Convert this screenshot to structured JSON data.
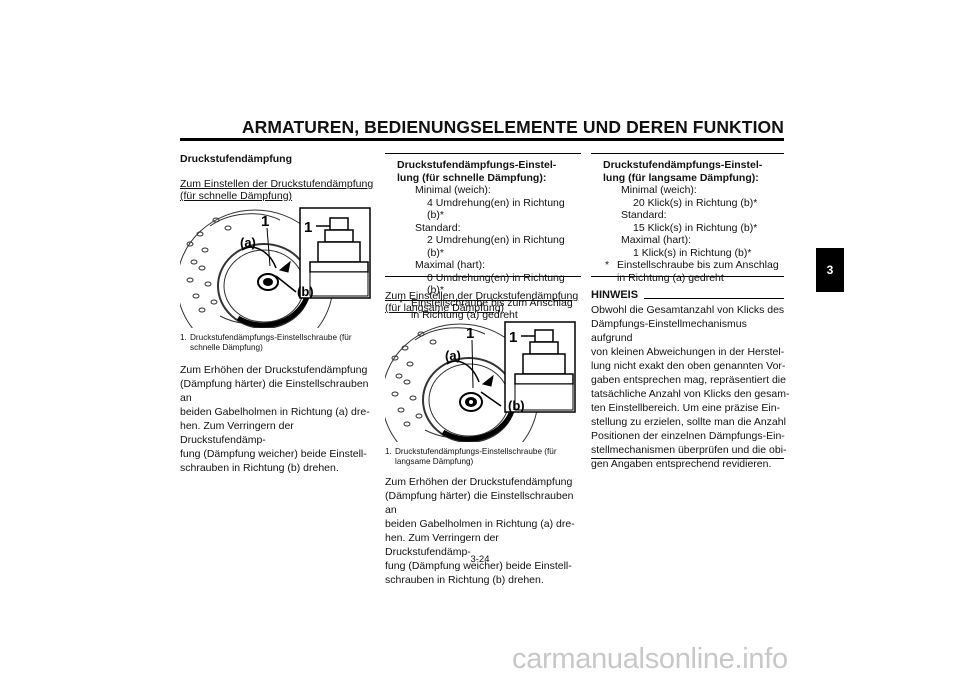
{
  "header": {
    "title": "ARMATUREN, BEDIENUNGSELEMENTE UND DEREN FUNKTION"
  },
  "chapter_tab": "3",
  "page_number": "3-24",
  "watermark": "carmanualsonline.info",
  "left_column": {
    "heading": "Druckstufendämpfung",
    "subheading_line1": "Zum Einstellen der Druckstufendämpfung",
    "subheading_line2": "(für schnelle Dämpfung)",
    "figure": {
      "label_1a": "1",
      "label_1b": "1",
      "label_a": "(a)",
      "label_b": "(b)"
    },
    "caption_number": "1.",
    "caption_line1": "Druckstufendämpfungs-Einstellschraube (für",
    "caption_line2": "schnelle Dämpfung)",
    "body_lines": [
      "Zum Erhöhen der Druckstufendämpfung",
      "(Dämpfung härter) die Einstellschrauben an",
      "beiden Gabelholmen in Richtung (a) dre-",
      "hen. Zum Verringern der Druckstufendämp-",
      "fung (Dämpfung weicher) beide Einstell-",
      "schrauben in Richtung (b) drehen."
    ]
  },
  "middle_column": {
    "box": {
      "title_line1": "Druckstufendämpfungs-Einstel-",
      "title_line2": "lung (für schnelle Dämpfung):",
      "min_label": "Minimal (weich):",
      "min_value": "4 Umdrehung(en) in Richtung (b)*",
      "std_label": "Standard:",
      "std_value": "2 Umdrehung(en) in Richtung (b)*",
      "max_label": "Maximal (hart):",
      "max_value": "0 Umdrehung(en) in Richtung (b)*",
      "note_asterisk": "*",
      "note_line1": "Einstellschraube bis zum Anschlag",
      "note_line2": "in Richtung (a) gedreht"
    },
    "subheading_line1": "Zum Einstellen der Druckstufendämpfung",
    "subheading_line2": "(für langsame Dämpfung)",
    "figure": {
      "label_1a": "1",
      "label_1b": "1",
      "label_a": "(a)",
      "label_b": "(b)"
    },
    "caption_number": "1.",
    "caption_line1": "Druckstufendämpfungs-Einstellschraube (für",
    "caption_line2": "langsame Dämpfung)",
    "body_lines": [
      "Zum Erhöhen der Druckstufendämpfung",
      "(Dämpfung härter) die Einstellschrauben an",
      "beiden Gabelholmen in Richtung (a) dre-",
      "hen. Zum Verringern der Druckstufendämp-",
      "fung (Dämpfung weicher) beide Einstell-",
      "schrauben in Richtung (b) drehen."
    ]
  },
  "right_column": {
    "box": {
      "title_line1": "Druckstufendämpfungs-Einstel-",
      "title_line2": "lung (für langsame Dämpfung):",
      "min_label": "Minimal (weich):",
      "min_value": "20 Klick(s) in Richtung (b)*",
      "std_label": "Standard:",
      "std_value": "15 Klick(s) in Richtung (b)*",
      "max_label": "Maximal (hart):",
      "max_value": "1 Klick(s) in Richtung (b)*",
      "note_asterisk": "*",
      "note_line1": "Einstellschraube bis zum Anschlag",
      "note_line2": "in Richtung (a) gedreht"
    },
    "hinweis": {
      "label": "HINWEIS",
      "lines": [
        "Obwohl die Gesamtanzahl von Klicks des",
        "Dämpfungs-Einstellmechanismus aufgrund",
        "von kleinen Abweichungen in der Herstel-",
        "lung nicht exakt den oben genannten Vor-",
        "gaben entsprechen mag, repräsentiert die",
        "tatsächliche Anzahl von Klicks den gesam-",
        "ten Einstellbereich. Um eine präzise Ein-",
        "stellung zu erzielen, sollte man die Anzahl",
        "Positionen der einzelnen Dämpfungs-Ein-",
        "stellmechanismen überprüfen und die obi-",
        "gen Angaben entsprechend revidieren."
      ]
    }
  }
}
